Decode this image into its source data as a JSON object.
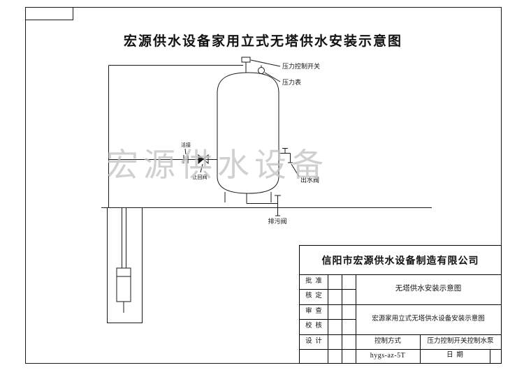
{
  "page": {
    "title": "宏源供水设备家用立式无塔供水安装示意图",
    "watermark": "宏源供水设备"
  },
  "diagram": {
    "pressure_switch_label": "压力控制开关",
    "pressure_gauge_label": "压力表",
    "union_label": "活接",
    "check_valve_label": "止回阀",
    "outlet_valve_label": "出水阀",
    "drain_valve_label": "排污阀"
  },
  "title_block": {
    "company": "信阳市宏源供水设备制造有限公司",
    "approval_rows": [
      "批  准",
      "核  定",
      "审  查",
      "校  核",
      "设  计"
    ],
    "doc_title_1": "无塔供水安装示意图",
    "doc_title_2": "宏源家用立式无塔供水设备安装示意图",
    "control_mode_label": "控制方式",
    "control_mode_value": "压力控制开关控制水泵",
    "model_code": "hygs-az-5T",
    "date_label": "日  期"
  },
  "colors": {
    "line": "#1a1a1a",
    "watermark": "#c3c3c3",
    "paper": "#ffffff"
  }
}
